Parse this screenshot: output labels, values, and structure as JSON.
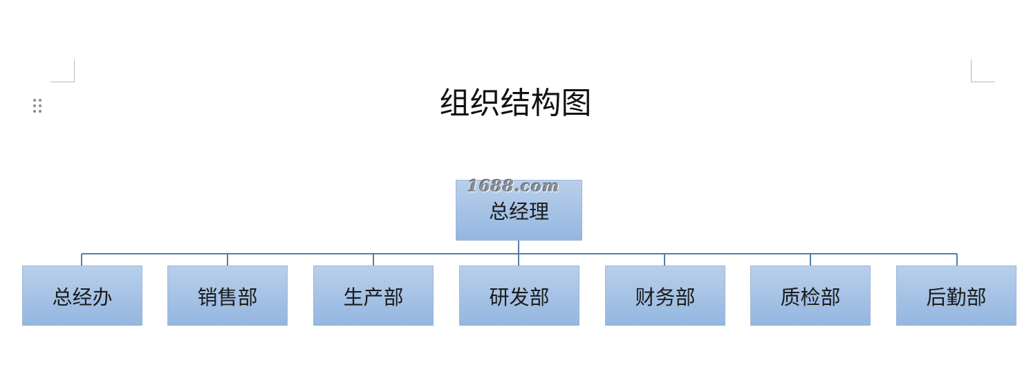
{
  "document": {
    "title": "组织结构图"
  },
  "org_chart": {
    "root": {
      "label": "总经理"
    },
    "children": [
      {
        "label": "总经办"
      },
      {
        "label": "销售部"
      },
      {
        "label": "生产部"
      },
      {
        "label": "研发部"
      },
      {
        "label": "财务部"
      },
      {
        "label": "质检部"
      },
      {
        "label": "后勤部"
      }
    ]
  },
  "watermark": {
    "text": "1688.com"
  },
  "colors": {
    "connector": "#4f7fa8",
    "node_fill": "#a8c4e6",
    "node_border": "#9db6d6"
  }
}
